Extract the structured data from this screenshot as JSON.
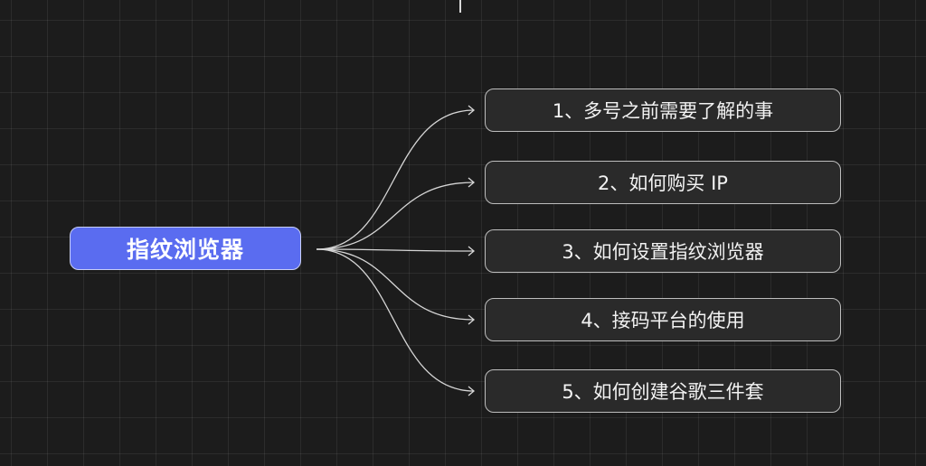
{
  "root": {
    "label": "指纹浏览器"
  },
  "branches": [
    {
      "label": "1、多号之前需要了解的事"
    },
    {
      "label": "2、如何购买 IP"
    },
    {
      "label": "3、如何设置指纹浏览器"
    },
    {
      "label": "4、接码平台的使用"
    },
    {
      "label": "5、如何创建谷歌三件套"
    }
  ],
  "colors": {
    "background": "#1c1c1c",
    "root_fill": "#5a6cf0",
    "branch_fill": "#2a2a2a",
    "branch_border": "#bdbdbd",
    "edge": "#d6d6d6"
  }
}
